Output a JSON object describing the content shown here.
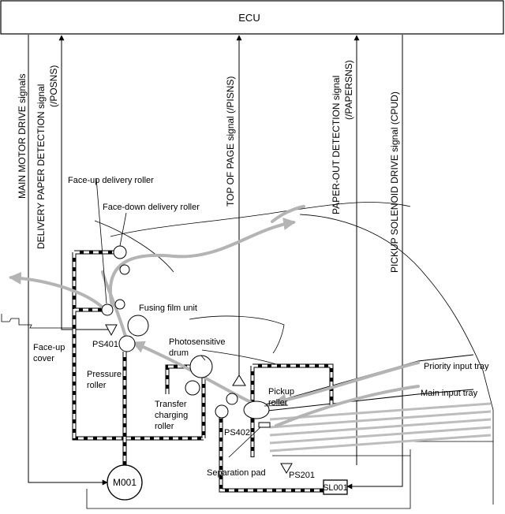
{
  "ecu_label": "ECU",
  "signals": {
    "main_motor": "MAIN MOTOR DRIVE signals",
    "delivery_detect_1": "DELIVERY PAPER DETECTION signal",
    "delivery_detect_2": "(/POSNS)",
    "top_of_page": "TOP OF PAGE signal (/PISNS)",
    "paper_out_1": "PAPER-OUT DETECTION signal",
    "paper_out_2": "(/PAPERSNS)",
    "pickup_solenoid": "PICKUP SOLENOID DRIVE signal (CPUD)"
  },
  "labels": {
    "face_up_delivery_roller": "Face-up delivery roller",
    "face_down_delivery_roller": "Face-down delivery roller",
    "fusing_film_unit": "Fusing film unit",
    "ps401": "PS401",
    "face_up_cover_1": "Face-up",
    "face_up_cover_2": "cover",
    "pressure_roller_1": "Pressure",
    "pressure_roller_2": "roller",
    "photosensitive_drum_1": "Photosensitive",
    "photosensitive_drum_2": "drum",
    "transfer_charging_roller_1": "Transfer",
    "transfer_charging_roller_2": "charging",
    "transfer_charging_roller_3": "roller",
    "ps402": "PS402",
    "pickup_roller_1": "Pickup",
    "pickup_roller_2": "roller",
    "priority_input_tray": "Priority input tray",
    "main_input_tray": "Main input tray",
    "separation_pad": "Separation pad",
    "ps201": "PS201",
    "m001": "M001",
    "sl001": "SL001"
  }
}
